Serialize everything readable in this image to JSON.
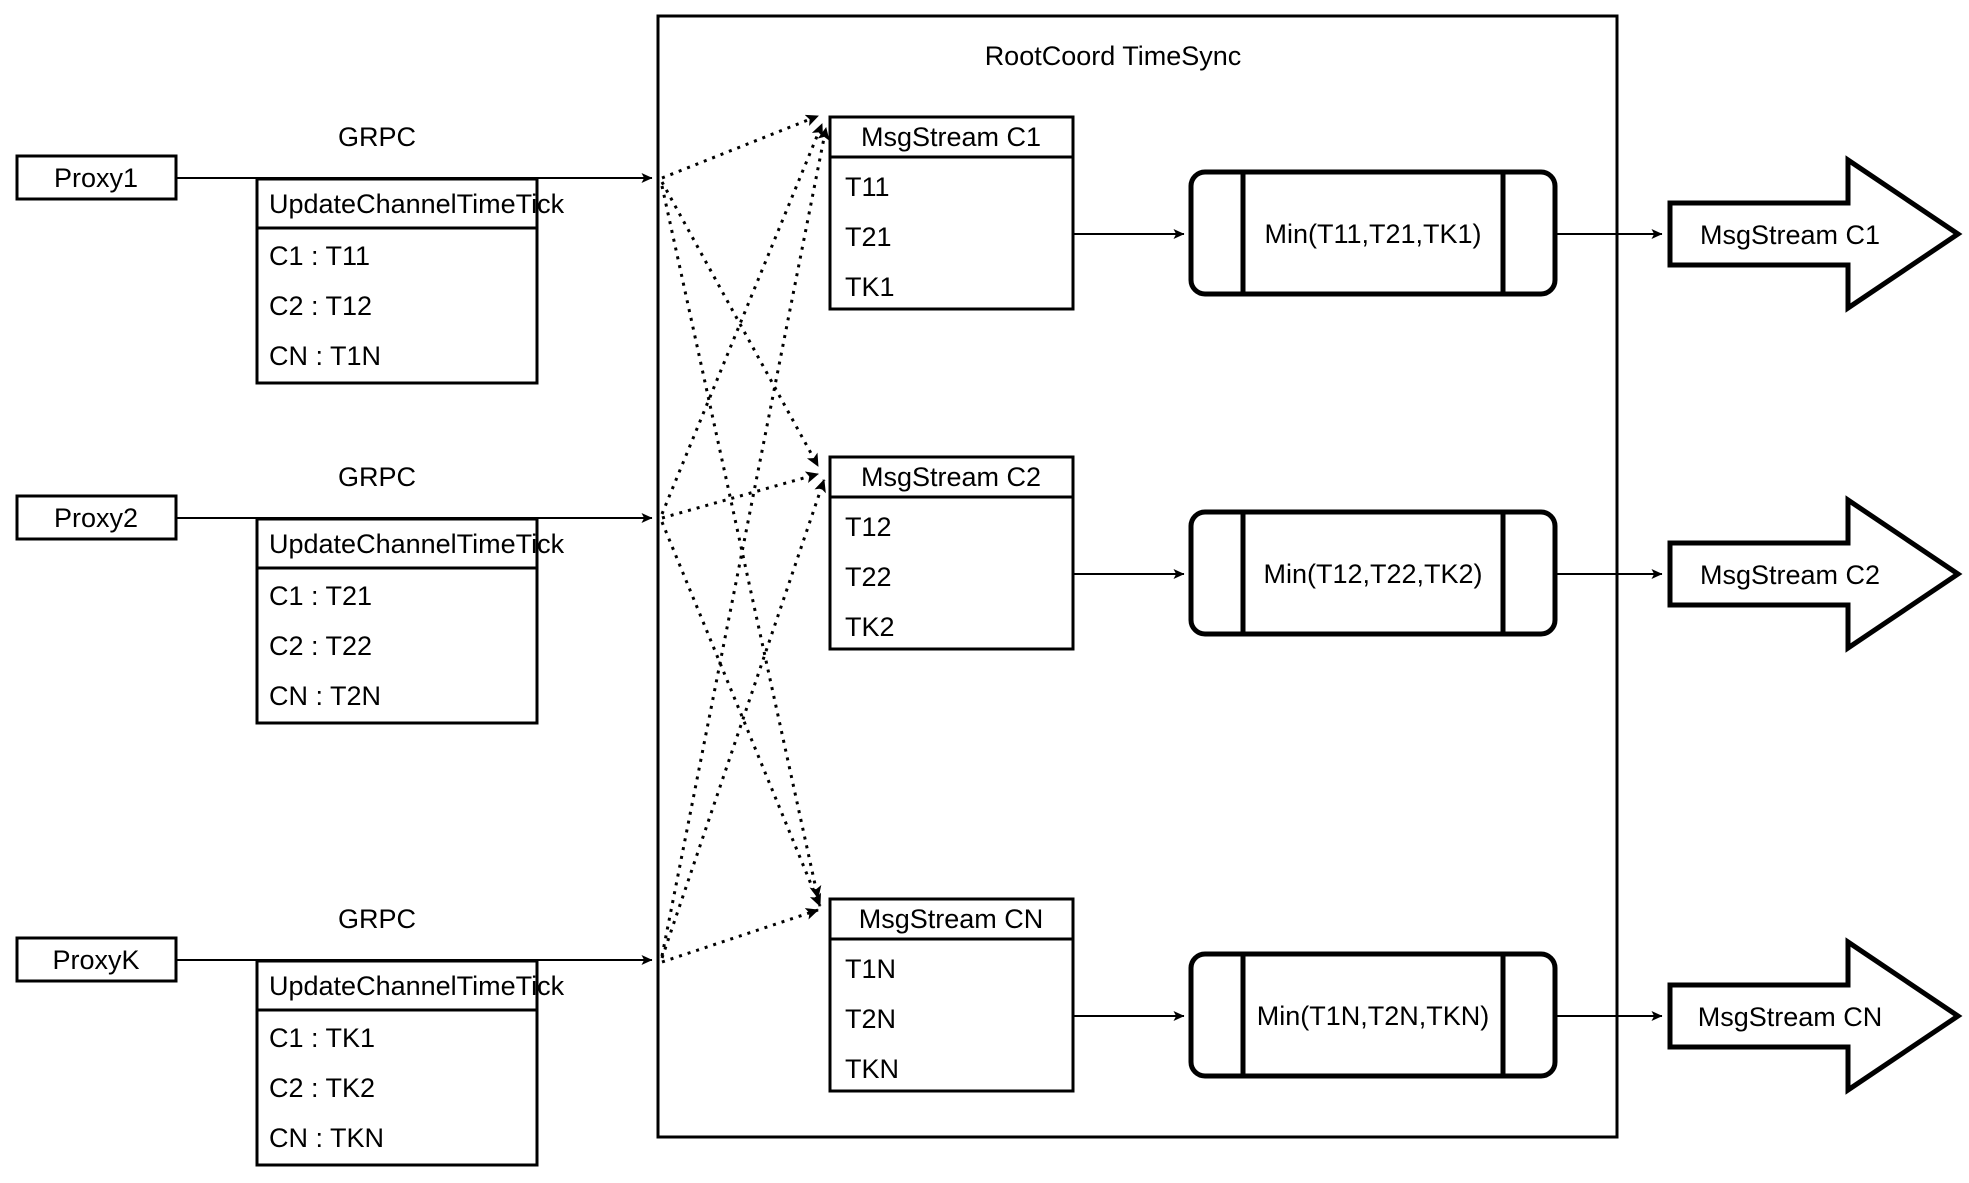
{
  "diagram": {
    "title": "RootCoord TimeSync",
    "proxies": [
      {
        "name": "Proxy1",
        "link_label": "GRPC",
        "msg_header": "UpdateChannelTimeTick",
        "rows": [
          "C1 :  T11",
          "C2 :  T12",
          "CN : T1N"
        ]
      },
      {
        "name": "Proxy2",
        "link_label": "GRPC",
        "msg_header": "UpdateChannelTimeTick",
        "rows": [
          "C1 :  T21",
          "C2 :  T22",
          "CN : T2N"
        ]
      },
      {
        "name": "ProxyK",
        "link_label": "GRPC",
        "msg_header": "UpdateChannelTimeTick",
        "rows": [
          "C1 :  TK1",
          "C2 :  TK2",
          "CN : TKN"
        ]
      }
    ],
    "channels": [
      {
        "stream_header": "MsgStream C1",
        "stream_rows": [
          "T11",
          "T21",
          "TK1"
        ],
        "min_label": "Min(T11,T21,TK1)",
        "output_label": "MsgStream C1"
      },
      {
        "stream_header": "MsgStream C2",
        "stream_rows": [
          "T12",
          "T22",
          "TK2"
        ],
        "min_label": "Min(T12,T22,TK2)",
        "output_label": "MsgStream C2"
      },
      {
        "stream_header": "MsgStream CN",
        "stream_rows": [
          "T1N",
          "T2N",
          "TKN"
        ],
        "min_label": "Min(T1N,T2N,TKN)",
        "output_label": "MsgStream CN"
      }
    ],
    "colors": {
      "stroke": "#000000",
      "background": "#ffffff",
      "text": "#000000"
    }
  }
}
